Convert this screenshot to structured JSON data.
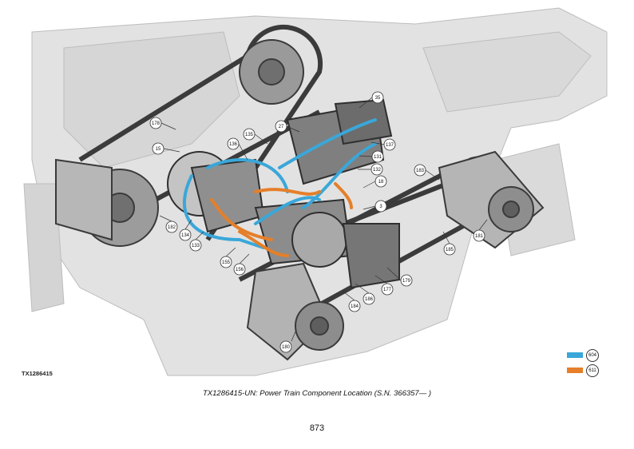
{
  "figure_id": "TX1286415",
  "caption": "TX1286415-UN: Power Train Component Location (S.N. 366357— )",
  "page_number": "873",
  "legend": [
    {
      "code": "604",
      "color": "#3aa7d9"
    },
    {
      "code": "611",
      "color": "#e57f2a"
    }
  ],
  "callouts": [
    "178",
    "15",
    "136",
    "135",
    "27",
    "35",
    "137",
    "131",
    "132",
    "18",
    "3",
    "183",
    "181",
    "185",
    "179",
    "177",
    "186",
    "184",
    "180",
    "182",
    "134",
    "133",
    "155",
    "156"
  ],
  "colors": {
    "pressure_line": "#3aa7d9",
    "return_line": "#e57f2a",
    "machine_gray": "#c8c8c8"
  }
}
